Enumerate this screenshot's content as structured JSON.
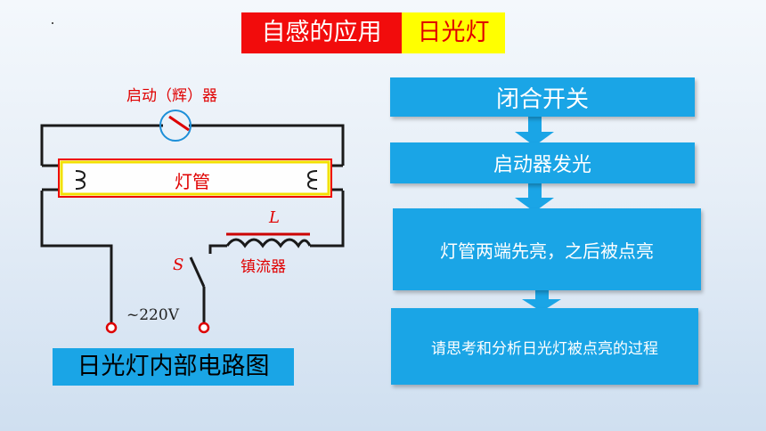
{
  "title": {
    "part1": "自感的应用",
    "part2": "日光灯"
  },
  "circuit": {
    "starter_label": "启动（辉）器",
    "tube_label": "灯管",
    "inductor_symbol": "L",
    "ballast_label": "镇流器",
    "switch_symbol": "S",
    "voltage_label": "~220V"
  },
  "caption": "日光灯内部电路图",
  "flow": {
    "step1": "闭合开关",
    "step2": "启动器发光",
    "step3": "灯管两端先亮，之后被点亮",
    "step4": "请思考和分析日光灯被点亮的过程"
  }
}
